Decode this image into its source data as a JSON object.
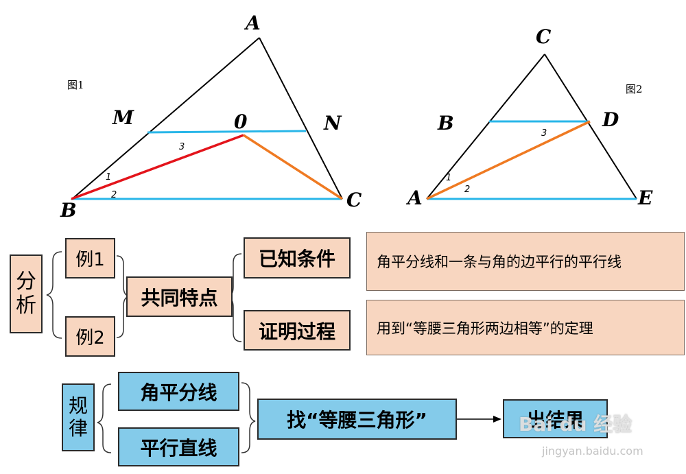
{
  "figure1": {
    "caption": "图1",
    "points": {
      "A": "A",
      "B": "B",
      "C": "C",
      "M": "M",
      "N": "N",
      "O": "0"
    },
    "angles": {
      "a1": "1",
      "a2": "2",
      "a3": "3"
    }
  },
  "figure2": {
    "caption": "图2",
    "points": {
      "A": "A",
      "B": "B",
      "C": "C",
      "D": "D",
      "E": "E"
    },
    "angles": {
      "a1": "1",
      "a2": "2",
      "a3": "3"
    }
  },
  "analysis": {
    "label_1": "分",
    "label_2": "析",
    "example1": "例1",
    "example2": "例2",
    "common": "共同特点",
    "known": "已知条件",
    "proof": "证明过程",
    "known_desc": "角平分线和一条与角的边平行的平行线",
    "proof_desc": "用到“等腰三角形两边相等”的定理"
  },
  "rule": {
    "label_1": "规",
    "label_2": "律",
    "bisector": "角平分线",
    "parallel": "平行直线",
    "find": "找“等腰三角形”",
    "result": "出结果"
  },
  "watermark": {
    "brand": "Bai du 经验",
    "url": "jingyan.baidu.com"
  },
  "colors": {
    "cyan_line": "#29b6e8",
    "red_line": "#e3141b",
    "orange_line": "#ef7a22",
    "tan_box": "#f8d6c0",
    "blue_box": "#84cbea"
  }
}
